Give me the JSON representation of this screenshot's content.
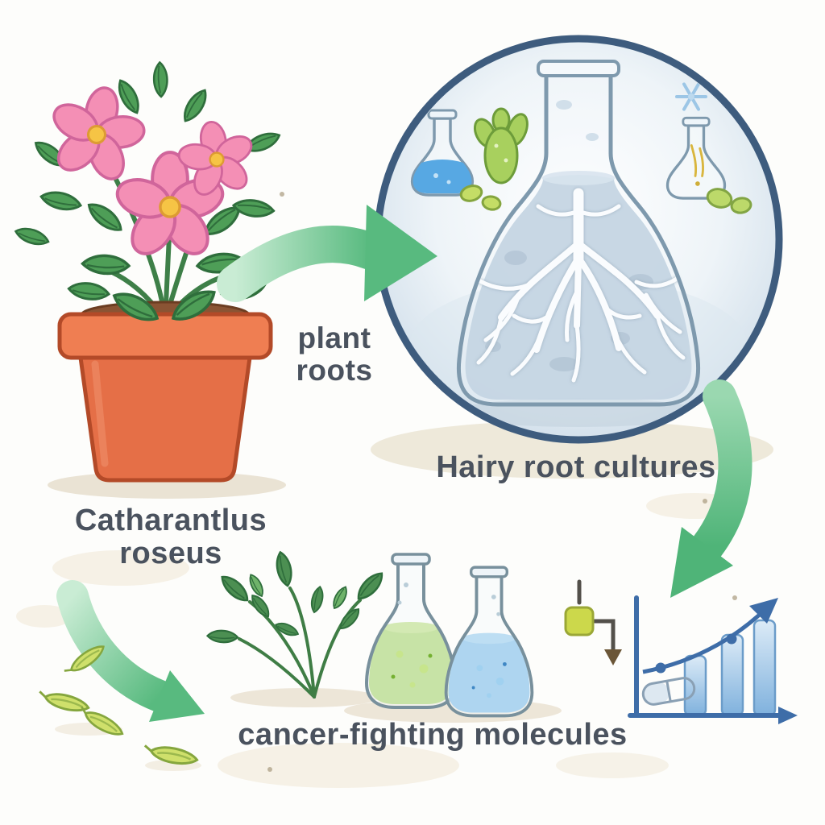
{
  "title": "Hairy root cultures diagram",
  "labels": {
    "plant_roots": {
      "line1": "plant",
      "line2": "roots"
    },
    "hairy_root_cultures": "Hairy root cultures",
    "plant_name": {
      "line1": "Catharantlus",
      "line2": "roseus"
    },
    "cancer_molecules": "cancer-fighting molecules"
  },
  "illustrations": [
    {
      "name": "catharanthus-plant-in-pot-illustration",
      "desc": "flowering pink plant in terracotta pot"
    },
    {
      "name": "arrow-plant-to-culture-icon",
      "desc": "green curved arrow from plant to culture circle"
    },
    {
      "name": "culture-circle-illustration",
      "desc": "large circular inset with Erlenmeyer flask containing white hairy roots in blue medium"
    },
    {
      "name": "small-blue-flask-icon",
      "desc": "small flask with blue medium"
    },
    {
      "name": "callus-buds-icon",
      "desc": "green callus and bud clusters"
    },
    {
      "name": "small-crystal-flask-icon",
      "desc": "small flask with sparkle"
    },
    {
      "name": "arrow-culture-to-products-icon",
      "desc": "green curved arrow from culture circle to products"
    },
    {
      "name": "arrow-seeds-to-molecules-icon",
      "desc": "green curved arrow over seed pods"
    },
    {
      "name": "seed-pods-icon",
      "desc": "green seed pods"
    },
    {
      "name": "herb-sprig-icon",
      "desc": "leafy herb sprig"
    },
    {
      "name": "green-extract-flask-icon",
      "desc": "Erlenmeyer flask with green extract"
    },
    {
      "name": "blue-extract-flask-icon",
      "desc": "Erlenmeyer flask with blue extract"
    },
    {
      "name": "process-connector-icon",
      "desc": "yellow node with connector lines and brown arrowhead"
    },
    {
      "name": "growth-chart-icon",
      "desc": "bar chart with rising trend arrow, dots and capsule"
    }
  ],
  "palette": {
    "flower_pink": "#f48fb5",
    "flower_center": "#f6c445",
    "leaf_green": "#4e9e57",
    "pot_terracotta": "#e8734d",
    "arrow_green": "#58ba7f",
    "circle_border": "#3e5c7e",
    "culture_liquid": "#b4c9da",
    "root_white": "#fdfeff",
    "blue_liquid": "#57a8e3",
    "green_liquid": "#8ec73f",
    "chart_blue": "#3e6da8",
    "pod_green": "#cfe06b",
    "connector_yellow": "#ccd84b",
    "text_color": "#4a525e"
  }
}
